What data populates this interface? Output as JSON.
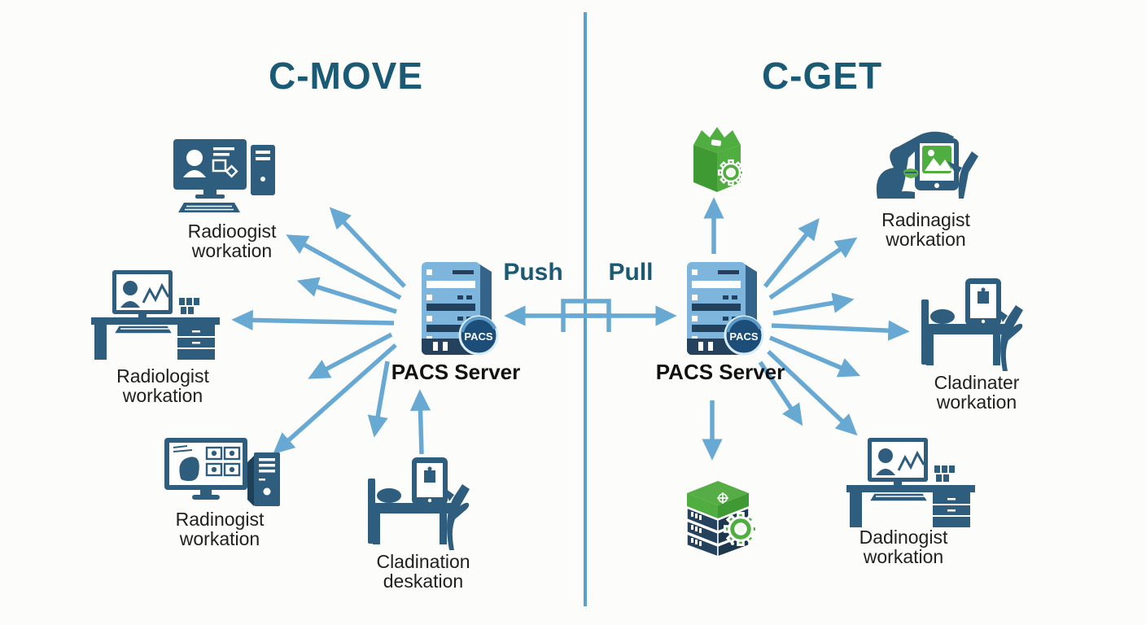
{
  "left": {
    "title": "C-MOVE",
    "push_label": "Push",
    "server": {
      "label": "PACS Server",
      "badge": "PACS"
    },
    "nodes": [
      {
        "line1": "Radioogist",
        "line2": "workation"
      },
      {
        "line1": "Radiologist",
        "line2": "workation"
      },
      {
        "line1": "Radinogist",
        "line2": "workation"
      },
      {
        "line1": "Cladination",
        "line2": "deskation"
      }
    ]
  },
  "right": {
    "title": "C-GET",
    "pull_label": "Pull",
    "server": {
      "label": "PACS Server",
      "badge": "PACS"
    },
    "nodes": [
      {
        "line1": "Radinagist",
        "line2": "workation"
      },
      {
        "line1": "Cladinater",
        "line2": "workation"
      },
      {
        "line1": "Dadinogist",
        "line2": "workation"
      }
    ]
  },
  "colors": {
    "arrow": "#68a9d3",
    "divider": "#5b9fcd",
    "title": "#1a5a74",
    "icon_slate": "#2e5d7d",
    "icon_navy": "#24425e",
    "server_light": "#7db5dc",
    "green": "#4fae3f",
    "label_text": "#1f1f1f"
  },
  "icons": {
    "left": [
      "desktop-pc-icon",
      "desk-workstation-icon",
      "monitor-tower-icon",
      "bed-tablet-icon",
      "pacs-server-icon"
    ],
    "right": [
      "green-box-gear-icon",
      "pacs-server-icon",
      "tablet-hands-icon",
      "bed-tablet-icon",
      "desk-workstation-icon",
      "green-server-stack-icon"
    ]
  }
}
